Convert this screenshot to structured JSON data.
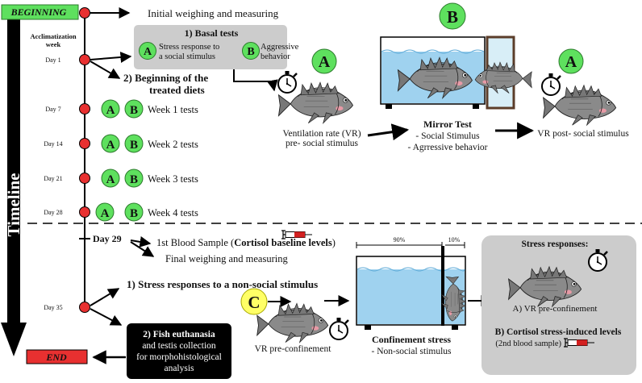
{
  "timeline": {
    "label": "Timeline",
    "start_label": "BEGINNING",
    "end_label": "END",
    "acclimatization": [
      "Acclimatization",
      "week"
    ]
  },
  "days": {
    "day1": "Day 1",
    "day7": "Day 7",
    "day14": "Day 14",
    "day21": "Day 21",
    "day28": "Day 28",
    "day29": "Day 29",
    "day35": "Day 35"
  },
  "badges": {
    "a": "A",
    "b": "B",
    "c": "C"
  },
  "events": {
    "initial": "Initial weighing and measuring",
    "diet_start": [
      "2) Beginning of the",
      "treated diets"
    ],
    "week1": "Week 1 tests",
    "week2": "Week 2 tests",
    "week3": "Week 3 tests",
    "week4": "Week 4 tests",
    "blood1_prefix": "1st Blood Sample (",
    "blood1_bold": "Cortisol baseline levels",
    "blood1_suffix": ")",
    "final": "Final weighing and measuring",
    "nonsocial_prefix": "1) ",
    "nonsocial_mid": "Stress responses to a ",
    "nonsocial_bold": "non-social stimulus",
    "euthanasia": [
      "2) Fish euthanasia",
      "and testis collection",
      "for morphohistological",
      "analysis"
    ]
  },
  "basal": {
    "title": "1) Basal tests",
    "a_text": [
      "Stress response to",
      "a social stimulus"
    ],
    "b_text": [
      "Aggressive",
      "behavior"
    ]
  },
  "mirror": {
    "vr_pre": [
      "Ventilation rate (VR)",
      "pre- social stimulus"
    ],
    "title": "Mirror Test",
    "items": [
      "- Social Stimulus",
      "- Agrressive behavior"
    ],
    "vr_post": "VR post- social stimulus"
  },
  "confinement": {
    "pct_left": "90%",
    "pct_right": "10%",
    "vr_pre": "VR pre-confinement",
    "title": "Confinement stress",
    "item": "- Non-social stimulus"
  },
  "stress": {
    "title": "Stress responses:",
    "a": "A) VR pre-confinement",
    "b": "B) Cortisol stress-induced levels",
    "b_note": "(2nd blood sample)"
  },
  "colors": {
    "badge_green": "#5ee05e",
    "badge_yellow": "#ffff66",
    "node_red": "#e83030",
    "end_red": "#e83030",
    "water": "#9fd2ef",
    "gray_box": "#cccccc",
    "black_box": "#000000"
  }
}
